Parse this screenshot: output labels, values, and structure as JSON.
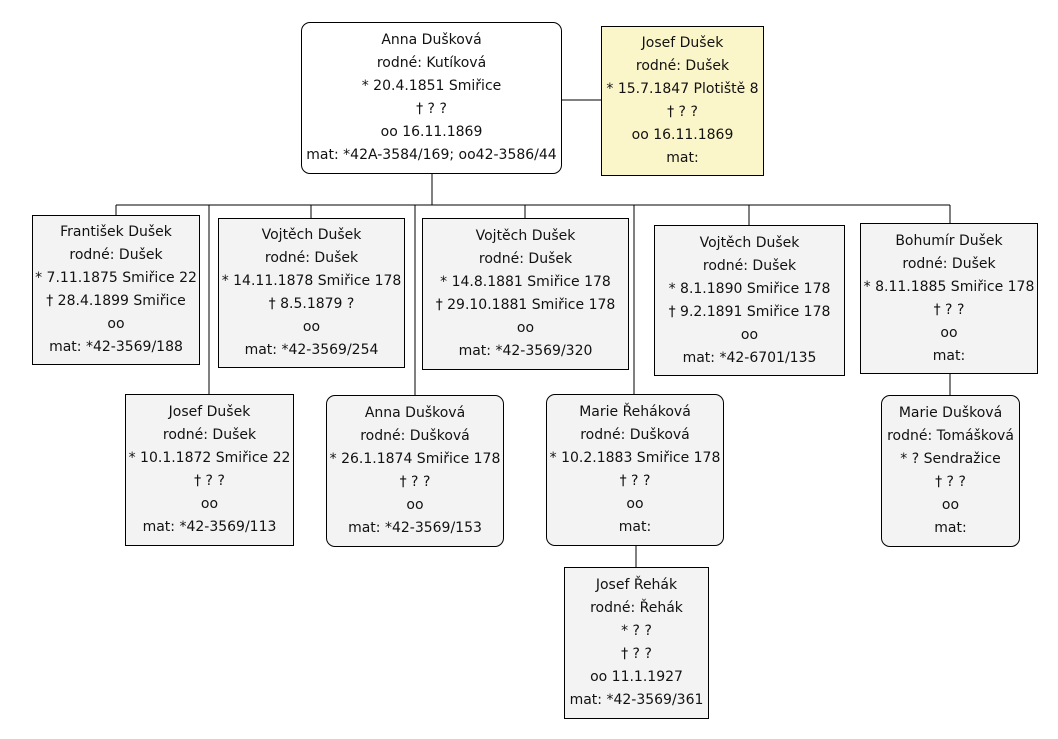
{
  "persons": [
    {
      "key": "anna_kutikova",
      "name": "Anna Dušková",
      "rodne": "rodné: Kutíková",
      "birth": "* 20.4.1851 Smiřice",
      "death": "† ? ?",
      "marriage": "oo 16.11.1869",
      "mat": "mat: *42A-3584/169; oo42-3586/44"
    },
    {
      "key": "josef_dusek_1847",
      "name": "Josef Dušek",
      "rodne": "rodné: Dušek",
      "birth": "* 15.7.1847 Plotiště 8",
      "death": "† ? ?",
      "marriage": "oo 16.11.1869",
      "mat": "mat:"
    },
    {
      "key": "frantisek_dusek",
      "name": "František Dušek",
      "rodne": "rodné: Dušek",
      "birth": "* 7.11.1875 Smiřice 22",
      "death": "† 28.4.1899 Smiřice",
      "marriage": "oo",
      "mat": "mat: *42-3569/188"
    },
    {
      "key": "vojtech_dusek_1878",
      "name": "Vojtěch Dušek",
      "rodne": "rodné: Dušek",
      "birth": "* 14.11.1878 Smiřice 178",
      "death": "† 8.5.1879 ?",
      "marriage": "oo",
      "mat": "mat: *42-3569/254"
    },
    {
      "key": "vojtech_dusek_1881",
      "name": "Vojtěch Dušek",
      "rodne": "rodné: Dušek",
      "birth": "* 14.8.1881 Smiřice 178",
      "death": "† 29.10.1881 Smiřice 178",
      "marriage": "oo",
      "mat": "mat: *42-3569/320"
    },
    {
      "key": "vojtech_dusek_1890",
      "name": "Vojtěch Dušek",
      "rodne": "rodné: Dušek",
      "birth": "* 8.1.1890 Smiřice 178",
      "death": "† 9.2.1891 Smiřice 178",
      "marriage": "oo",
      "mat": "mat: *42-6701/135"
    },
    {
      "key": "bohumir_dusek",
      "name": "Bohumír Dušek",
      "rodne": "rodné: Dušek",
      "birth": "* 8.11.1885 Smiřice 178",
      "death": "† ? ?",
      "marriage": "oo",
      "mat": "mat:"
    },
    {
      "key": "josef_dusek_1872",
      "name": "Josef Dušek",
      "rodne": "rodné: Dušek",
      "birth": "* 10.1.1872 Smiřice 22",
      "death": "† ? ?",
      "marriage": "oo",
      "mat": "mat: *42-3569/113"
    },
    {
      "key": "anna_duskova_1874",
      "name": "Anna Dušková",
      "rodne": "rodné: Dušková",
      "birth": "* 26.1.1874 Smiřice 178",
      "death": "† ? ?",
      "marriage": "oo",
      "mat": "mat: *42-3569/153"
    },
    {
      "key": "marie_rehakova",
      "name": "Marie Řeháková",
      "rodne": "rodné: Dušková",
      "birth": "* 10.2.1883 Smiřice 178",
      "death": "† ? ?",
      "marriage": "oo",
      "mat": "mat:"
    },
    {
      "key": "marie_duskova",
      "name": "Marie Dušková",
      "rodne": "rodné: Tomášková",
      "birth": "* ? Sendražice",
      "death": "† ? ?",
      "marriage": "oo",
      "mat": "mat:"
    },
    {
      "key": "josef_rehak",
      "name": "Josef Řehák",
      "rodne": "rodné: Řehák",
      "birth": "* ? ?",
      "death": "† ? ?",
      "marriage": "oo 11.1.1927",
      "mat": "mat: *42-3569/361"
    }
  ]
}
